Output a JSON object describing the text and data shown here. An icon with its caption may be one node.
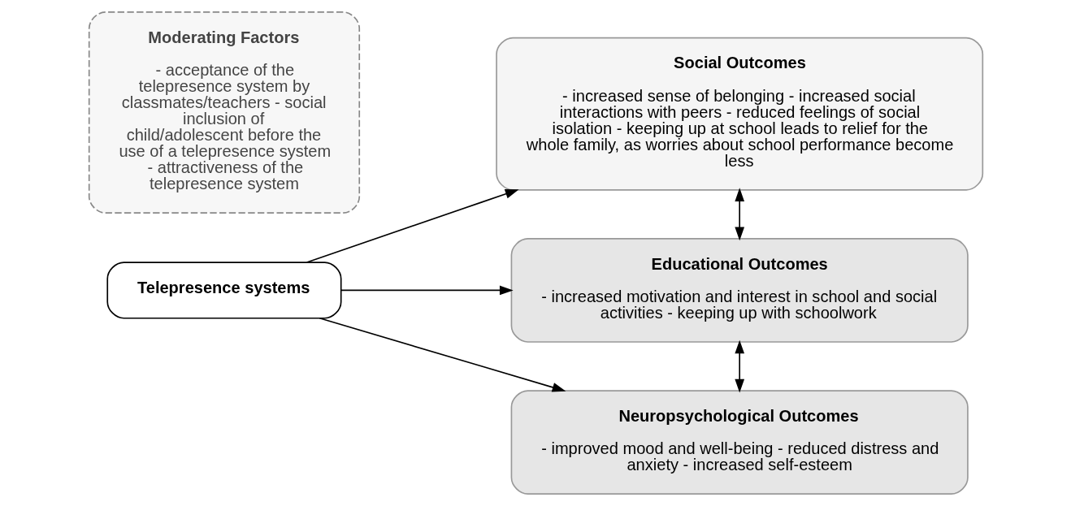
{
  "diagram": {
    "nodes": [
      {
        "text": [
          "Telepresence systems"
        ]
      },
      {
        "text": [
          "Moderating Factors",
          "- acceptance of the telepresence system by classmates/teachers - social inclusion of child/adolescent before the use of a telepresence system - attractiveness of the telepresence system"
        ]
      },
      {
        "text": [
          "Social Outcomes",
          "- increased sense of belonging - increased social interactions with peers - reduced feelings of social isolation - keeping up at school leads to relief for the whole family, as worries about school performance become less"
        ]
      },
      {
        "text": [
          "Educational Outcomes",
          "- increased motivation and interest in school and social activities - keeping up with schoolwork"
        ]
      },
      {
        "text": [
          "Neuropsychological Outcomes",
          "- improved mood and well-being - reduced distress and anxiety - increased self-esteem"
        ]
      }
    ],
    "edges": [
      {
        "from": 0,
        "to": 2,
        "arrow": "to"
      },
      {
        "from": 0,
        "to": 3,
        "arrow": "to"
      },
      {
        "from": 0,
        "to": 4,
        "arrow": "to"
      },
      {
        "from": 2,
        "to": 3,
        "arrow": "both"
      },
      {
        "from": 3,
        "to": 4,
        "arrow": "both"
      }
    ]
  }
}
